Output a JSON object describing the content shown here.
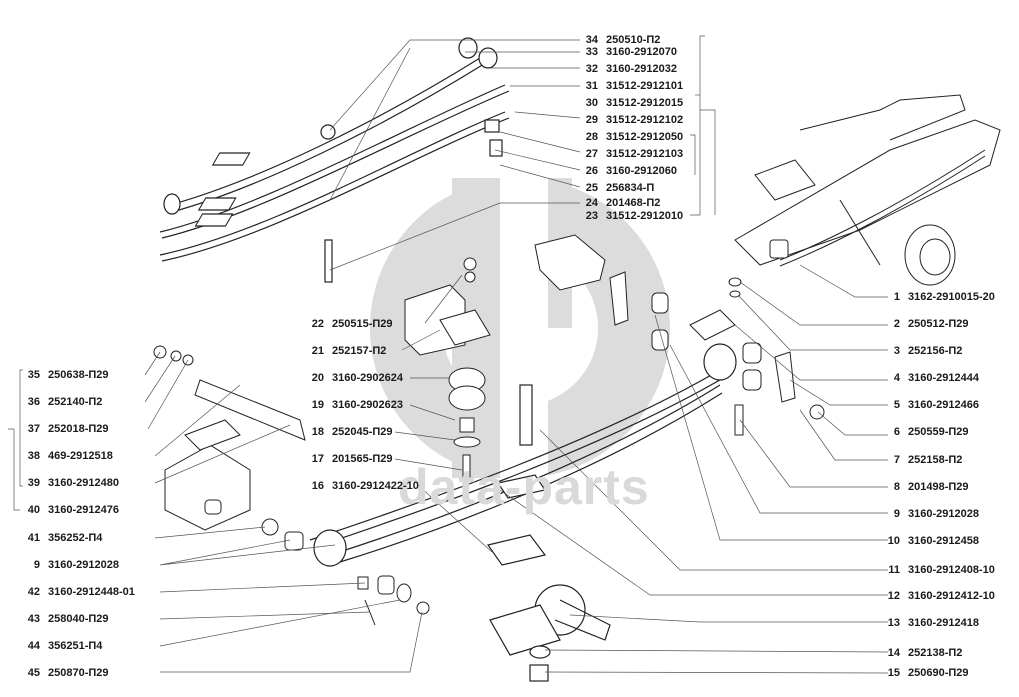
{
  "diagram": {
    "title": "Rear suspension — leaf spring exploded parts view",
    "watermark": {
      "logo": "db-logo",
      "text": "data-parts",
      "color": "#d9d9d9"
    },
    "parts": [
      {
        "num": "1",
        "code": "3162-2910015-20"
      },
      {
        "num": "2",
        "code": "250512-П29"
      },
      {
        "num": "3",
        "code": "252156-П2"
      },
      {
        "num": "4",
        "code": "3160-2912444"
      },
      {
        "num": "5",
        "code": "3160-2912466"
      },
      {
        "num": "6",
        "code": "250559-П29"
      },
      {
        "num": "7",
        "code": "252158-П2"
      },
      {
        "num": "8",
        "code": "201498-П29"
      },
      {
        "num": "9",
        "code": "3160-2912028"
      },
      {
        "num": "10",
        "code": "3160-2912458"
      },
      {
        "num": "11",
        "code": "3160-2912408-10"
      },
      {
        "num": "12",
        "code": "3160-2912412-10"
      },
      {
        "num": "13",
        "code": "3160-2912418"
      },
      {
        "num": "14",
        "code": "252138-П2"
      },
      {
        "num": "15",
        "code": "250690-П29"
      },
      {
        "num": "16",
        "code": "3160-2912422-10"
      },
      {
        "num": "17",
        "code": "201565-П29"
      },
      {
        "num": "18",
        "code": "252045-П29"
      },
      {
        "num": "19",
        "code": "3160-2902623"
      },
      {
        "num": "20",
        "code": "3160-2902624"
      },
      {
        "num": "21",
        "code": "252157-П2"
      },
      {
        "num": "22",
        "code": "250515-П29"
      },
      {
        "num": "23",
        "code": "31512-2912010"
      },
      {
        "num": "24",
        "code": "201468-П2"
      },
      {
        "num": "25",
        "code": "256834-П"
      },
      {
        "num": "26",
        "code": "3160-2912060"
      },
      {
        "num": "27",
        "code": "31512-2912103"
      },
      {
        "num": "28",
        "code": "31512-2912050"
      },
      {
        "num": "29",
        "code": "31512-2912102"
      },
      {
        "num": "30",
        "code": "31512-2912015"
      },
      {
        "num": "31",
        "code": "31512-2912101"
      },
      {
        "num": "32",
        "code": "3160-2912032"
      },
      {
        "num": "33",
        "code": "3160-2912070"
      },
      {
        "num": "34",
        "code": "250510-П2"
      },
      {
        "num": "35",
        "code": "250638-П29"
      },
      {
        "num": "36",
        "code": "252140-П2"
      },
      {
        "num": "37",
        "code": "252018-П29"
      },
      {
        "num": "38",
        "code": "469-2912518"
      },
      {
        "num": "39",
        "code": "3160-2912480"
      },
      {
        "num": "40",
        "code": "3160-2912476"
      },
      {
        "num": "41",
        "code": "356252-П4"
      },
      {
        "num": "9b",
        "code": "3160-2912028",
        "display_num": "9"
      },
      {
        "num": "42",
        "code": "3160-2912448-01"
      },
      {
        "num": "43",
        "code": "258040-П29"
      },
      {
        "num": "44",
        "code": "356251-П4"
      },
      {
        "num": "45",
        "code": "250870-П29"
      }
    ]
  }
}
